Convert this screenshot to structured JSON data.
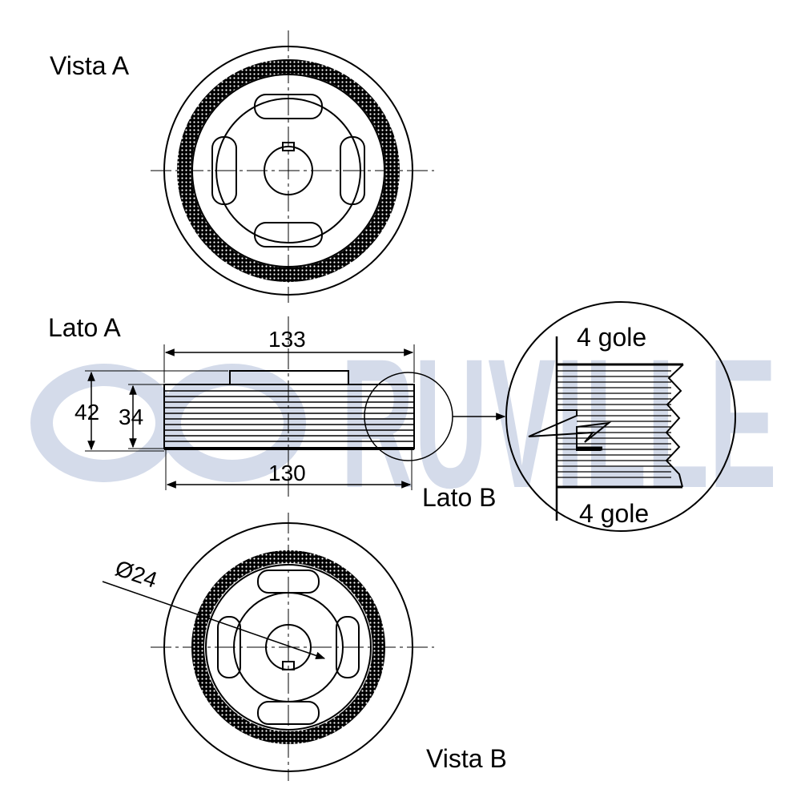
{
  "watermark": {
    "text": "RUVILLE",
    "color": "#d4dbea"
  },
  "views": {
    "view_a_label": "Vista A",
    "view_b_label": "Vista B",
    "side_a_label": "Lato A",
    "side_b_label": "Lato B"
  },
  "dimensions": {
    "outer_diameter": "133",
    "belt_width": "130",
    "height_total": "42",
    "height_inner": "34",
    "bore": "Ø24"
  },
  "detail": {
    "grooves_top": "4 gole",
    "grooves_bottom": "4 gole"
  },
  "colors": {
    "line": "#000000",
    "background": "#ffffff"
  }
}
